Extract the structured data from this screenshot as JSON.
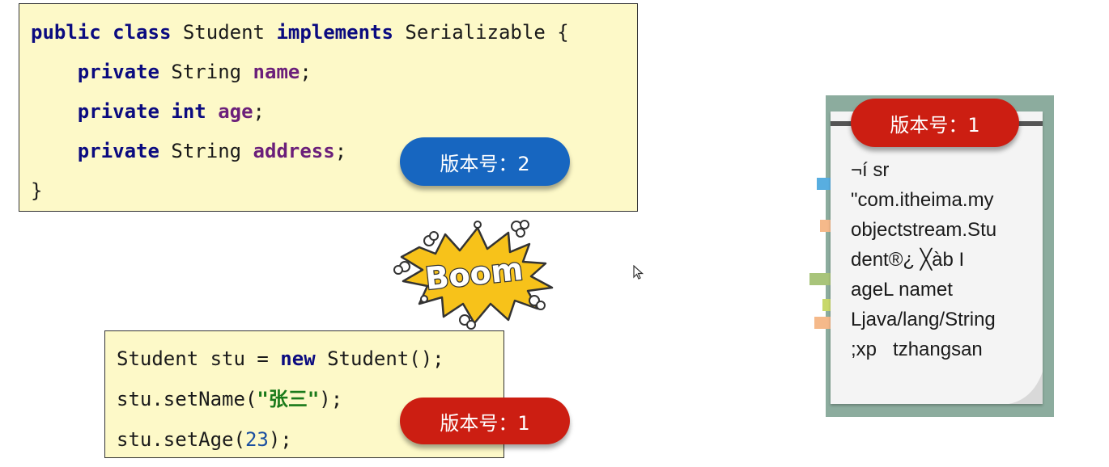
{
  "code_class": {
    "lines": [
      [
        {
          "t": "public class ",
          "c": "kw"
        },
        {
          "t": "Student ",
          "c": "plain"
        },
        {
          "t": "implements ",
          "c": "kw"
        },
        {
          "t": "Serializable {",
          "c": "plain"
        }
      ],
      [
        {
          "t": "    private ",
          "c": "kw"
        },
        {
          "t": "String ",
          "c": "plain"
        },
        {
          "t": "name",
          "c": "fld"
        },
        {
          "t": ";",
          "c": "plain"
        }
      ],
      [
        {
          "t": "    private int ",
          "c": "kw"
        },
        {
          "t": "age",
          "c": "fld"
        },
        {
          "t": ";",
          "c": "plain"
        }
      ],
      [
        {
          "t": "    private ",
          "c": "kw"
        },
        {
          "t": "String ",
          "c": "plain"
        },
        {
          "t": "address",
          "c": "fld"
        },
        {
          "t": ";",
          "c": "plain"
        }
      ],
      [
        {
          "t": "}",
          "c": "plain"
        }
      ]
    ]
  },
  "code_object": {
    "lines": [
      [
        {
          "t": "Student stu = ",
          "c": "plain"
        },
        {
          "t": "new ",
          "c": "kw"
        },
        {
          "t": "Student();",
          "c": "plain"
        }
      ],
      [
        {
          "t": "stu.setName(",
          "c": "plain"
        },
        {
          "t": "\"张三\"",
          "c": "str"
        },
        {
          "t": ");",
          "c": "plain"
        }
      ],
      [
        {
          "t": "stu.setAge(",
          "c": "plain"
        },
        {
          "t": "23",
          "c": "num"
        },
        {
          "t": ");",
          "c": "plain"
        }
      ]
    ]
  },
  "badges": {
    "class_version": "版本号：2",
    "object_version": "版本号：1",
    "file_version": "版本号：1"
  },
  "boom_text": "Boom",
  "serialized_file": {
    "lines": [
      "¬í sr",
      "\"com.itheima.my",
      "objectstream.Stu",
      "dent®¿ ╳àb I",
      "ageL namet",
      "Ljava/lang/String",
      ";xp   tzhangsan"
    ]
  },
  "colors": {
    "code_bg": "#fdf9c8",
    "keyword": "#0b0b80",
    "field": "#6b1f7a",
    "string": "#1a7a1a",
    "badge_blue": "#1766c0",
    "badge_red": "#cc1e12",
    "boom_yellow": "#f7c21a",
    "note_green": "#8cac9e"
  }
}
